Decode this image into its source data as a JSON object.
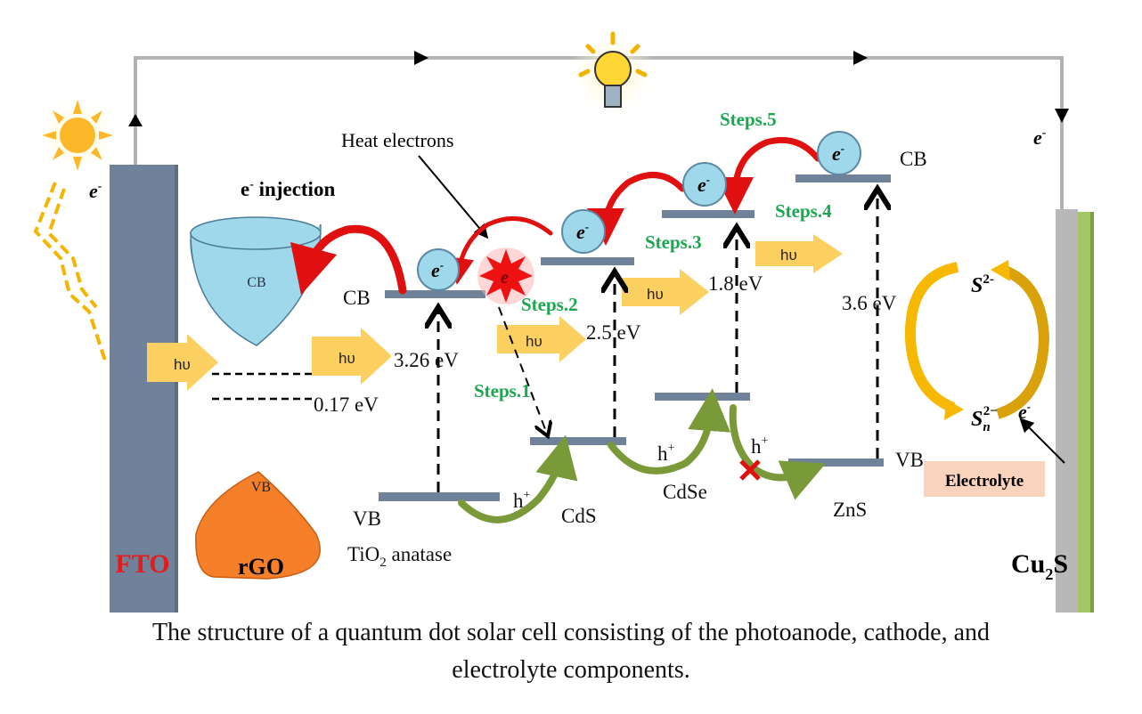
{
  "title_caption": {
    "line1": "The structure of a quantum dot solar cell consisting of the photoanode, cathode, and",
    "line2": "electrolyte components."
  },
  "electrodes": {
    "anode": "FTO",
    "cathode_main": "Cu",
    "cathode_sub": "2",
    "cathode_end": "S"
  },
  "rgo": {
    "name": "rGO",
    "cb": "CB",
    "vb": "VB",
    "injection_e": "e",
    "injection_sup": "-",
    "injection_text": " injection"
  },
  "photon": "hυ",
  "electron_label": "e",
  "electron_sup": "-",
  "heat_electrons": "Heat electrons",
  "energies": {
    "rgo_gap": "0.17 eV",
    "tio2": "3.26 eV",
    "cds": "2.5 eV",
    "cdse": "1.8 eV",
    "zns": "3.6 eV"
  },
  "bands": {
    "cb": "CB",
    "vb": "VB"
  },
  "materials": {
    "tio2_main": "TiO",
    "tio2_sub": "2",
    "tio2_end": " anatase",
    "cds": "CdS",
    "cdse": "CdSe",
    "zns": "ZnS"
  },
  "steps": [
    "Steps.1",
    "Steps.2",
    "Steps.3",
    "Steps.4",
    "Steps.5"
  ],
  "hole": "h",
  "hole_sup": "+",
  "electrolyte": {
    "label": "Electrolyte",
    "s2": "S",
    "s2_sup": "2-",
    "sn": "S",
    "sn_sub": "n",
    "sn_sup": "2−"
  },
  "colors": {
    "electrode": "#6f8299",
    "band": "#6f8299",
    "step": "#1aa750",
    "arrow_red": "#e01010",
    "photon": "#fcd060",
    "hole_arrow": "#7a9a3a",
    "cb_rgo": "#9ed8ea",
    "vb_rgo": "#f6802a"
  }
}
